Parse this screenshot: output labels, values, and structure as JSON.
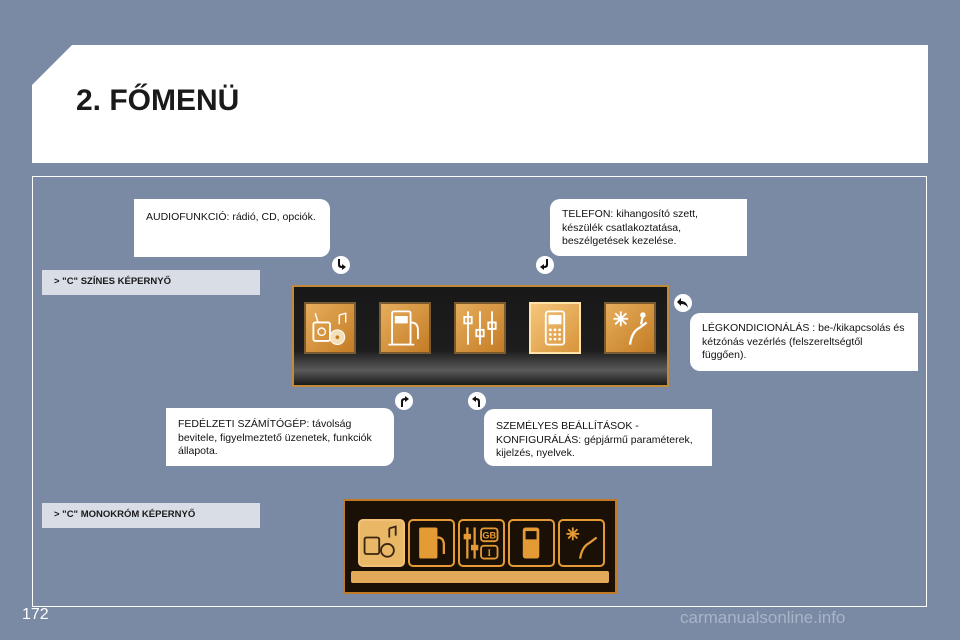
{
  "page": {
    "title": "2. FŐMENÜ",
    "page_number": "172",
    "watermark": "carmanualsonline.info"
  },
  "sections": {
    "color_label": "> \"C\" SZÍNES KÉPERNYŐ",
    "mono_label": "> \"C\" MONOKRÓM KÉPERNYŐ"
  },
  "callouts": {
    "audio": "AUDIOFUNKCIÓ: rádió, CD, opciók.",
    "phone": "TELEFON: kihangosító szett, készülék csatlakoztatása, beszélgetések kezelése.",
    "climate": "LÉGKONDICIONÁLÁS : be-/kikapcsolás és kétzónás vezérlés (felszereltségtől függően).",
    "trip": "FEDÉLZETI SZÁMÍTÓGÉP: távolság bevitele, figyelmeztető üzenetek, funkciók állapota.",
    "settings": "SZEMÉLYES BEÁLLÍTÁSOK - KONFIGURÁLÁS: gépjármű paraméterek, kijelzés, nyelvek."
  },
  "menu_icons": [
    "audio-icon",
    "trip-computer-icon",
    "settings-icon",
    "telephone-icon",
    "air-conditioning-icon"
  ],
  "mono_icon_text": {
    "gb": "GB",
    "i": "I"
  },
  "colors": {
    "background": "#7a8aa4",
    "icon_orange": "#d8943a",
    "screen_border": "#c08a3a"
  }
}
